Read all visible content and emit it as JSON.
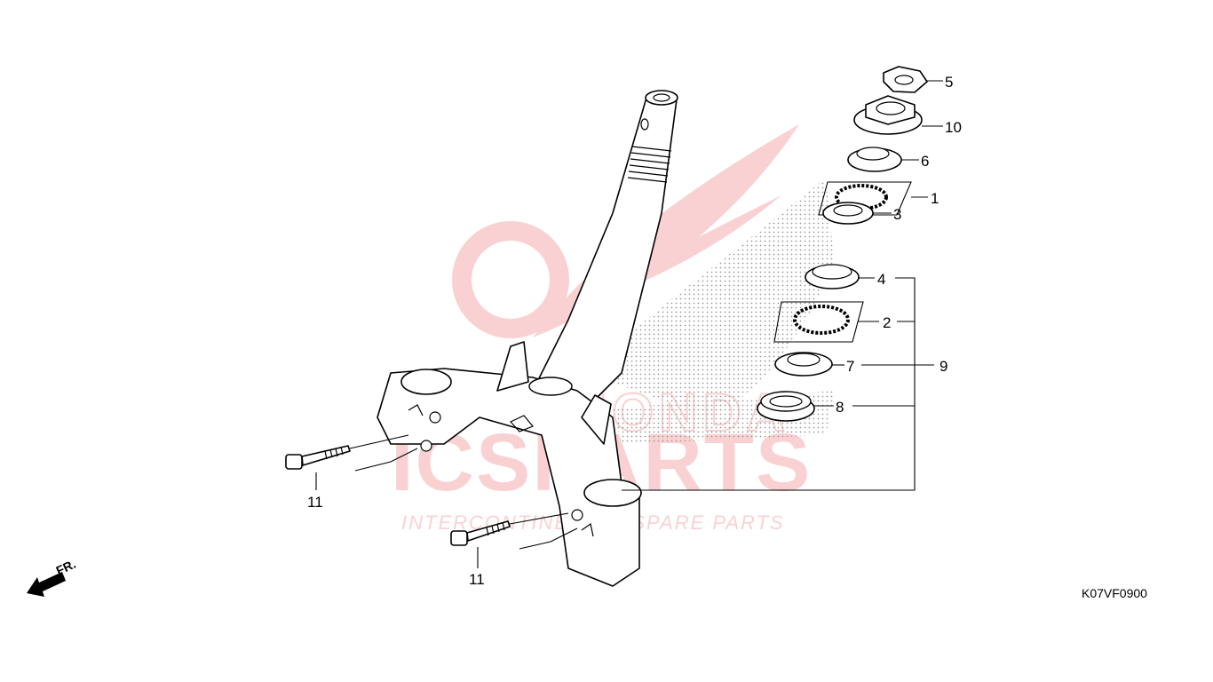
{
  "diagram": {
    "callouts": [
      {
        "id": "5",
        "label": "5"
      },
      {
        "id": "10",
        "label": "10"
      },
      {
        "id": "6",
        "label": "6"
      },
      {
        "id": "1",
        "label": "1"
      },
      {
        "id": "3",
        "label": "3"
      },
      {
        "id": "4",
        "label": "4"
      },
      {
        "id": "2",
        "label": "2"
      },
      {
        "id": "9",
        "label": "9"
      },
      {
        "id": "7",
        "label": "7"
      },
      {
        "id": "8",
        "label": "8"
      },
      {
        "id": "11a",
        "label": "11"
      },
      {
        "id": "11b",
        "label": "11"
      }
    ],
    "front_indicator": "FR.",
    "diagram_code": "K07VF0900"
  },
  "watermark": {
    "brand": "ICSPARTS",
    "tagline": "INTERCONTINENTAL SPARE PARTS",
    "emblem_text": "HONDA",
    "color": "#e8343a"
  }
}
